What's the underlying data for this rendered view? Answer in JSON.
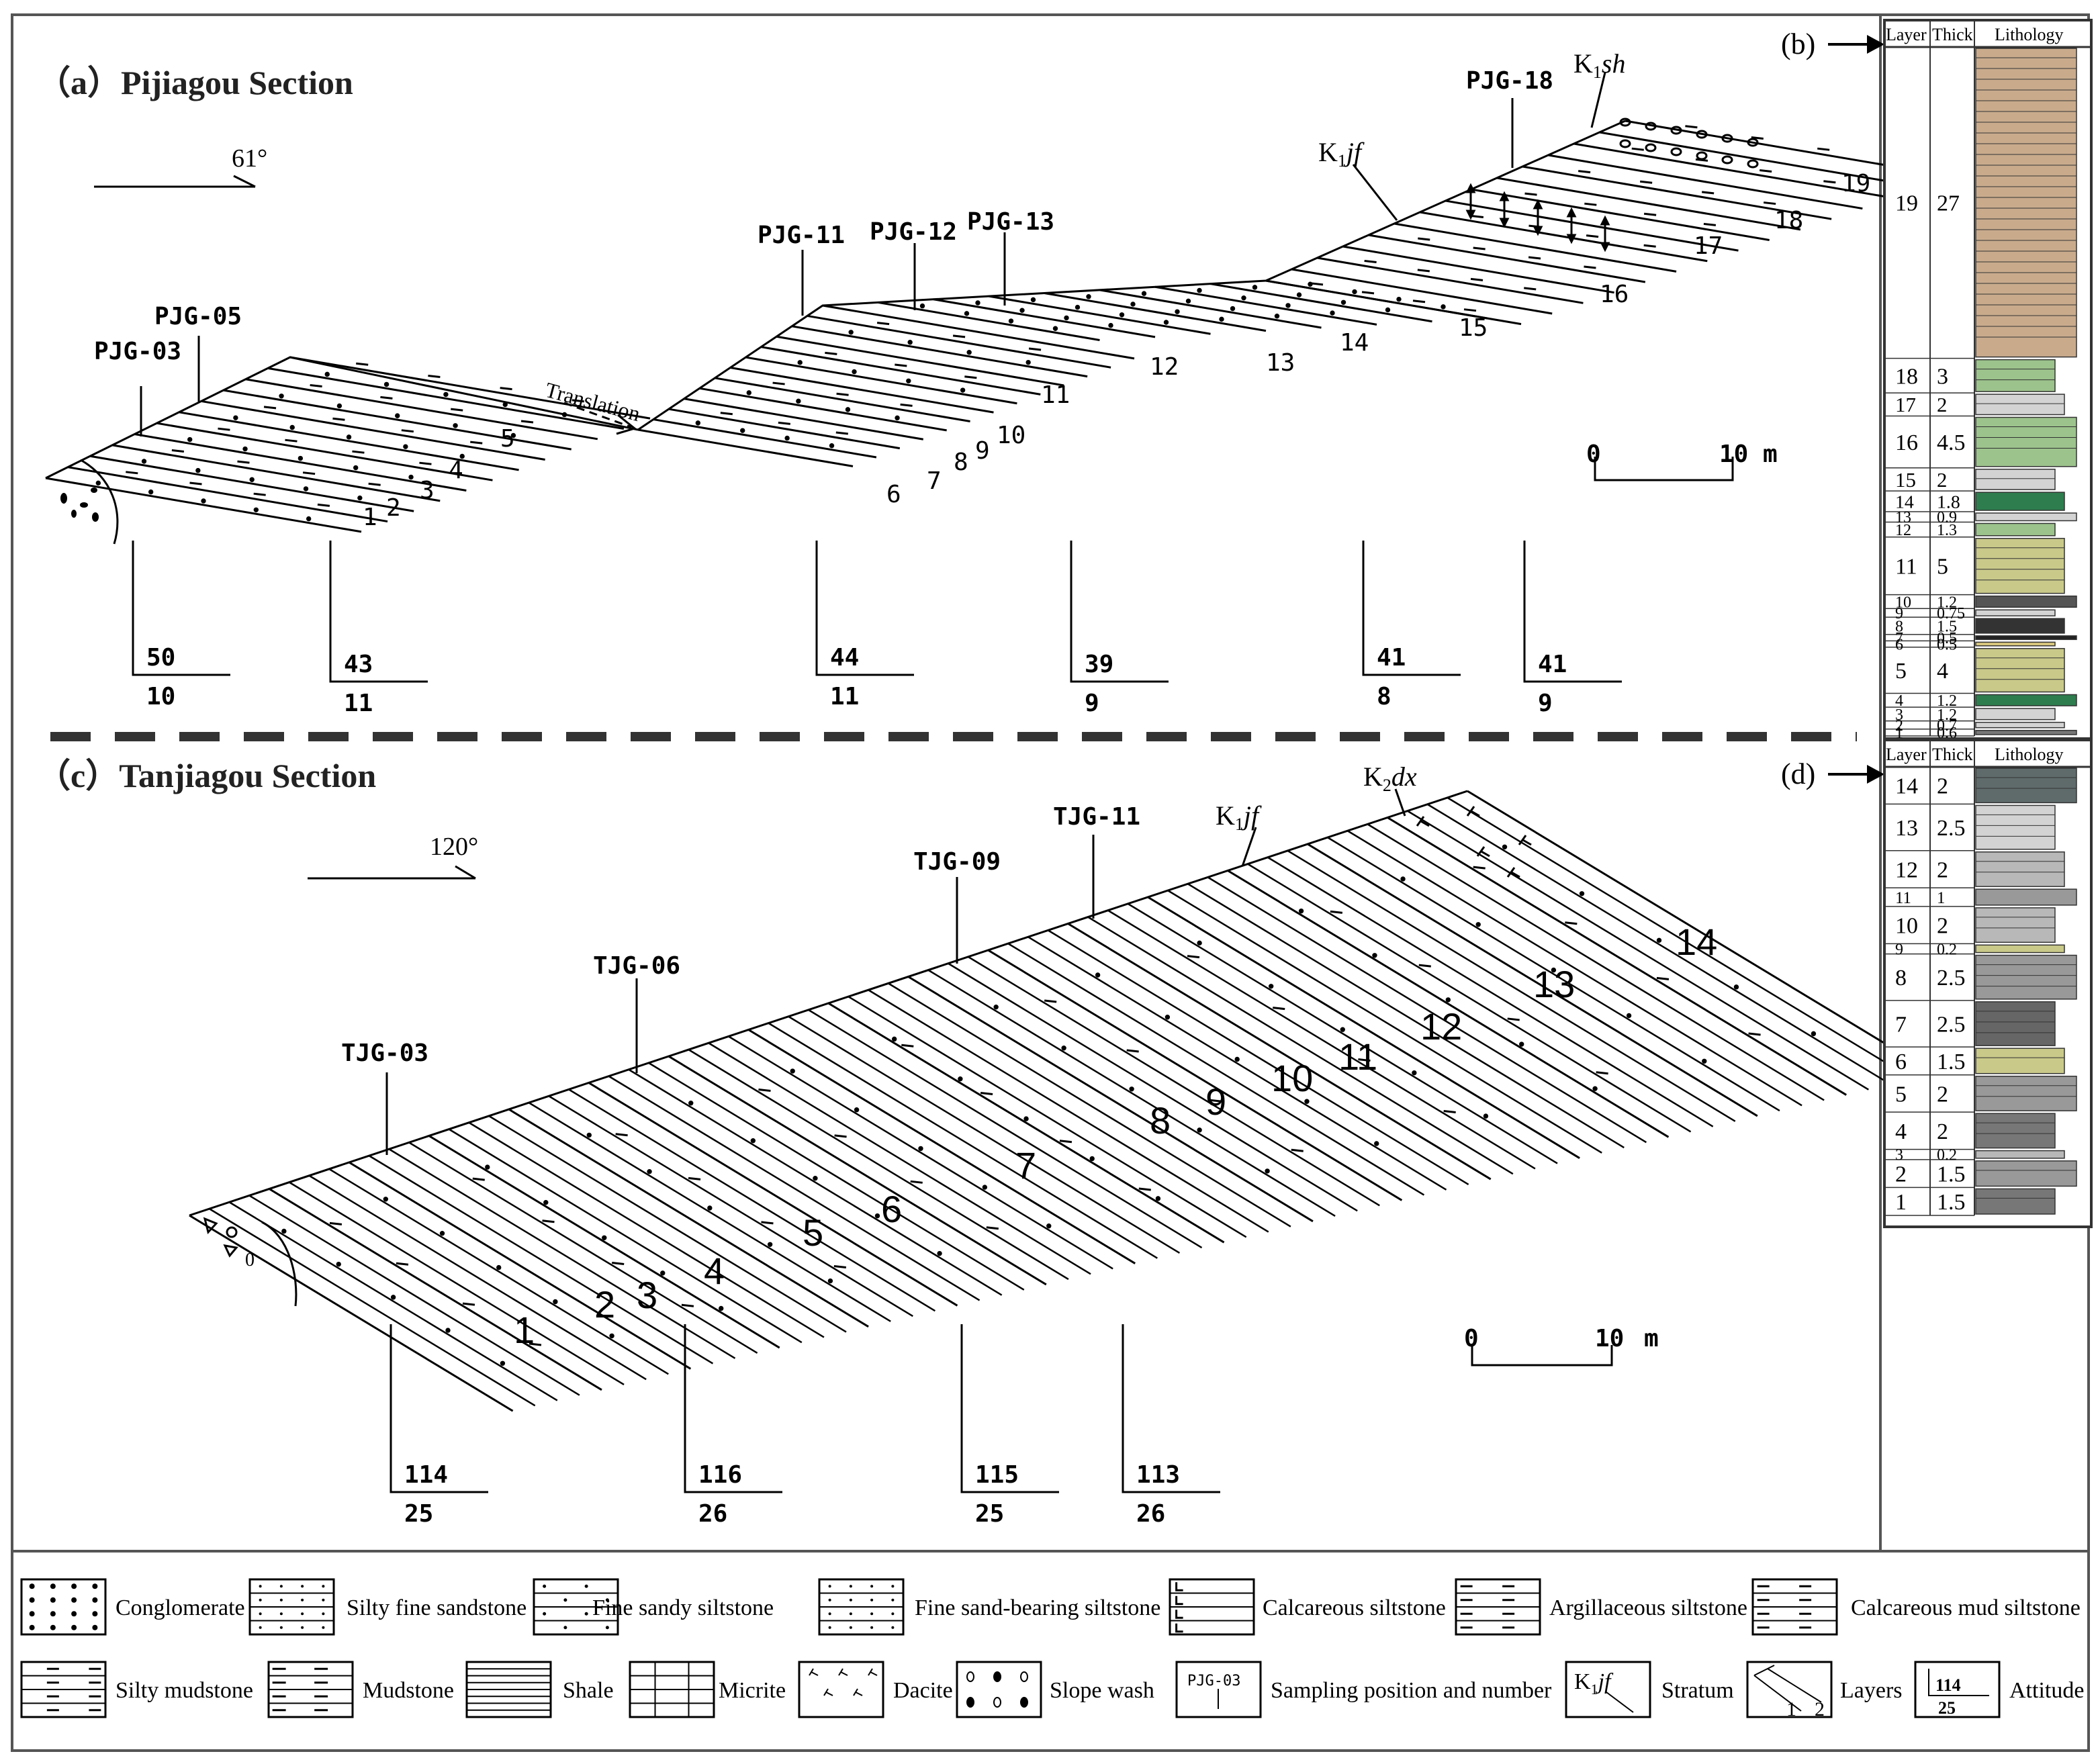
{
  "panels": {
    "a": {
      "title": "（a）Pijiagou Section",
      "bearing": "61°",
      "samples": [
        "PJG-03",
        "PJG-05",
        "PJG-11",
        "PJG-12",
        "PJG-13",
        "PJG-18"
      ],
      "layers": [
        "1",
        "2",
        "3",
        "4",
        "5",
        "6",
        "7",
        "8",
        "9",
        "10",
        "11",
        "12",
        "13",
        "14",
        "15",
        "16",
        "17",
        "18",
        "19"
      ],
      "strata": {
        "k1jf_main": "K",
        "k1jf_sub": "1",
        "k1jf_it": "jf",
        "k1sh_main": "K",
        "k1sh_sub": "1",
        "k1sh_it": "sh"
      },
      "translation": "Translation",
      "scale": {
        "start": "0",
        "end": "10 m"
      },
      "attitudes": [
        {
          "dir": "50",
          "dip": "10"
        },
        {
          "dir": "43",
          "dip": "11"
        },
        {
          "dir": "44",
          "dip": "11"
        },
        {
          "dir": "39",
          "dip": "9"
        },
        {
          "dir": "41",
          "dip": "8"
        },
        {
          "dir": "41",
          "dip": "9"
        }
      ]
    },
    "c": {
      "title": "（c）Tanjiagou  Section",
      "bearing": "120°",
      "samples": [
        "TJG-03",
        "TJG-06",
        "TJG-09",
        "TJG-11"
      ],
      "layers": [
        "1",
        "2",
        "3",
        "4",
        "5",
        "6",
        "7",
        "8",
        "9",
        "10",
        "11",
        "12",
        "13",
        "14"
      ],
      "strata": {
        "k1jf_main": "K",
        "k1jf_sub": "1",
        "k1jf_it": "jf",
        "k2dx_main": "K",
        "k2dx_sub": "2",
        "k2dx_it": "dx"
      },
      "scale": {
        "start": "0",
        "end": "10",
        "unit": "m"
      },
      "attitudes": [
        {
          "dir": "114",
          "dip": "25"
        },
        {
          "dir": "116",
          "dip": "26"
        },
        {
          "dir": "115",
          "dip": "25"
        },
        {
          "dir": "113",
          "dip": "26"
        }
      ]
    }
  },
  "column_b": {
    "label": "(b)",
    "headers": [
      "Layer",
      "Thick",
      "Lithology"
    ],
    "rows": [
      {
        "layer": "19",
        "thick": "27",
        "color": "#c9ab8c"
      },
      {
        "layer": "18",
        "thick": "3",
        "color": "#9cc38c"
      },
      {
        "layer": "17",
        "thick": "2",
        "color": "#d3d3d3"
      },
      {
        "layer": "16",
        "thick": "4.5",
        "color": "#9cc38c"
      },
      {
        "layer": "15",
        "thick": "2",
        "color": "#d3d3d3"
      },
      {
        "layer": "14",
        "thick": "1.8",
        "color": "#2e7d4f"
      },
      {
        "layer": "13",
        "thick": "0.9",
        "color": "#d3d3d3"
      },
      {
        "layer": "12",
        "thick": "1.3",
        "color": "#9cc38c"
      },
      {
        "layer": "11",
        "thick": "5",
        "color": "#c9c98a"
      },
      {
        "layer": "10",
        "thick": "1.2",
        "color": "#555555"
      },
      {
        "layer": "9",
        "thick": "0.75",
        "color": "#d3d3d3"
      },
      {
        "layer": "8",
        "thick": "1.5",
        "color": "#333333"
      },
      {
        "layer": "7",
        "thick": "0.5",
        "color": "#222222"
      },
      {
        "layer": "6",
        "thick": "0.5",
        "color": "#d8c77d"
      },
      {
        "layer": "5",
        "thick": "4",
        "color": "#c9c98a"
      },
      {
        "layer": "4",
        "thick": "1.2",
        "color": "#2e7d4f"
      },
      {
        "layer": "3",
        "thick": "1.2",
        "color": "#d3d3d3"
      },
      {
        "layer": "2",
        "thick": "0.7",
        "color": "#d3d3d3"
      },
      {
        "layer": "1",
        "thick": "0.6",
        "color": "#777777"
      }
    ]
  },
  "column_d": {
    "label": "(d)",
    "headers": [
      "Layer",
      "Thick",
      "Lithology"
    ],
    "rows": [
      {
        "layer": "14",
        "thick": "2",
        "color": "#5f6b6b"
      },
      {
        "layer": "13",
        "thick": "2.5",
        "color": "#d3d3d3"
      },
      {
        "layer": "12",
        "thick": "2",
        "color": "#b8b8b8"
      },
      {
        "layer": "11",
        "thick": "1",
        "color": "#999999"
      },
      {
        "layer": "10",
        "thick": "2",
        "color": "#b8b8b8"
      },
      {
        "layer": "9",
        "thick": "0.2",
        "color": "#c9c98a"
      },
      {
        "layer": "8",
        "thick": "2.5",
        "color": "#999999"
      },
      {
        "layer": "7",
        "thick": "2.5",
        "color": "#666666"
      },
      {
        "layer": "6",
        "thick": "1.5",
        "color": "#c9c98a"
      },
      {
        "layer": "5",
        "thick": "2",
        "color": "#999999"
      },
      {
        "layer": "4",
        "thick": "2",
        "color": "#777777"
      },
      {
        "layer": "3",
        "thick": "0.2",
        "color": "#b8b8b8"
      },
      {
        "layer": "2",
        "thick": "1.5",
        "color": "#999999"
      },
      {
        "layer": "1",
        "thick": "1.5",
        "color": "#777777"
      }
    ]
  },
  "legend": {
    "row1": [
      "Conglomerate",
      "Silty fine sandstone",
      "Fine sandy siltstone",
      "Fine sand-bearing siltstone",
      "Calcareous siltstone",
      "Argillaceous siltstone",
      "Calcareous mud siltstone"
    ],
    "row2": [
      "Silty mudstone",
      "Mudstone",
      "Shale",
      "Micrite",
      "Dacite",
      "Slope wash",
      "Sampling position and number",
      "Stratum",
      "Layers",
      "Attitude"
    ],
    "sample_example": "PJG-03",
    "stratum_example_main": "K",
    "stratum_example_sub": "1",
    "stratum_example_it": "jf",
    "layers_example": [
      "1",
      "2"
    ],
    "attitude_example": {
      "dir": "114",
      "dip": "25"
    }
  }
}
